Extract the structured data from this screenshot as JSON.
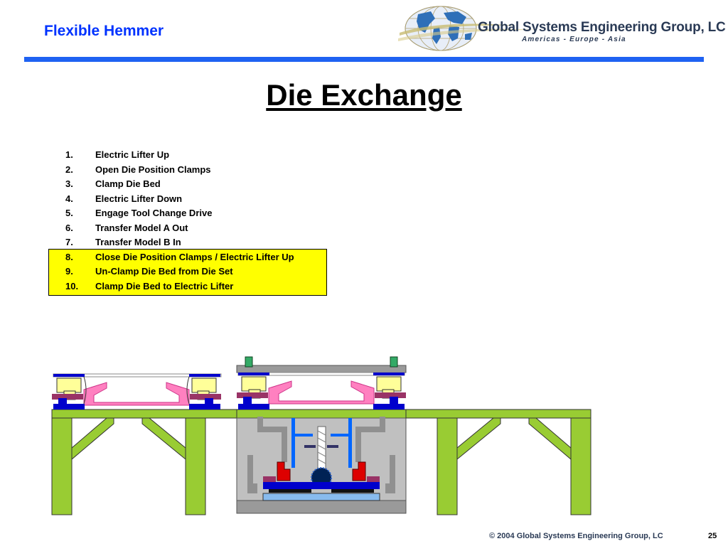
{
  "header": {
    "title": "Flexible Hemmer"
  },
  "logo": {
    "company": "Global Systems Engineering Group, LC",
    "regions": "Americas - Europe - Asia"
  },
  "slide": {
    "title": "Die Exchange"
  },
  "steps": [
    {
      "num": "1.",
      "text": "Electric Lifter Up"
    },
    {
      "num": "2.",
      "text": "Open Die Position Clamps"
    },
    {
      "num": "3.",
      "text": "Clamp Die Bed"
    },
    {
      "num": "4.",
      "text": "Electric Lifter Down"
    },
    {
      "num": "5.",
      "text": "Engage Tool Change Drive"
    },
    {
      "num": "6.",
      "text": "Transfer Model A Out"
    },
    {
      "num": "7.",
      "text": "Transfer Model B In"
    },
    {
      "num": "8.",
      "text": "Close Die Position Clamps / Electric Lifter Up"
    },
    {
      "num": "9.",
      "text": "Un-Clamp Die Bed from Die Set"
    },
    {
      "num": "10.",
      "text": "Clamp Die Bed to Electric Lifter"
    }
  ],
  "highlighted_steps": [
    8,
    9,
    10
  ],
  "footer": {
    "copyright": "© 2004 Global Systems Engineering Group, LC",
    "page": "25"
  },
  "colors": {
    "header_blue": "#0033ff",
    "rule_blue": "#1f62f2",
    "highlight_yellow": "#ffff00",
    "table_green": "#99cc33",
    "press_gray": "#c0c0c0",
    "die_pink": "#ff80c0",
    "clamp_yellow": "#ffff99",
    "die_blue": "#0000cc",
    "clamp_red": "#dd0000"
  }
}
